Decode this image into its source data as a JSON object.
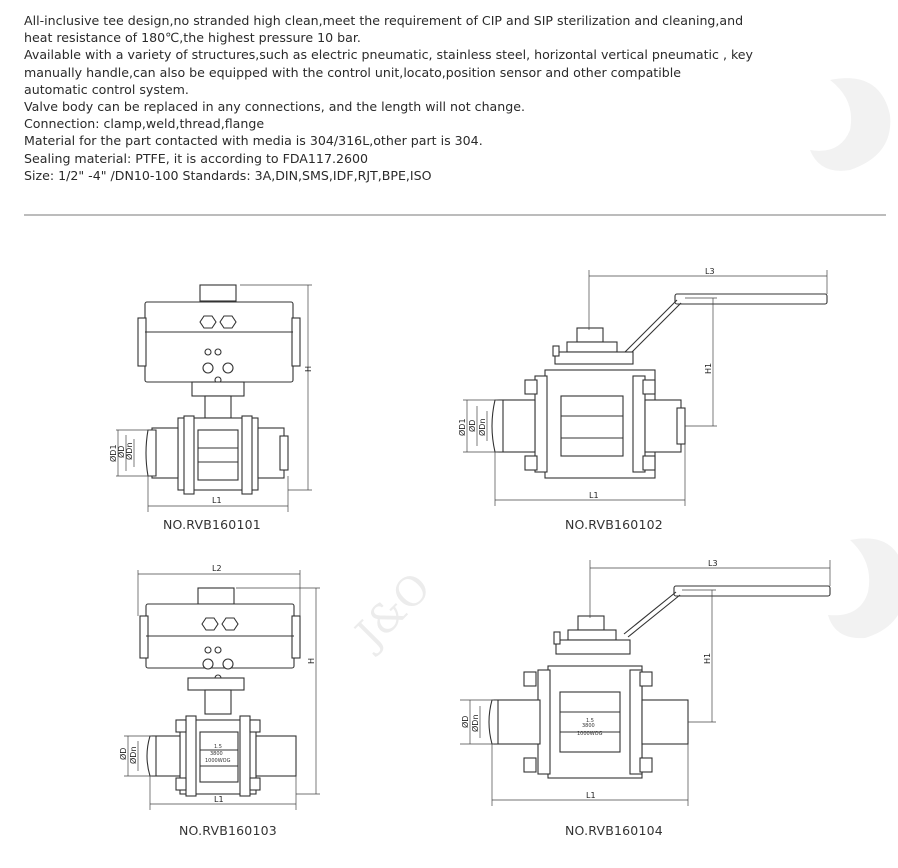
{
  "description": {
    "lines": [
      "All-inclusive tee design,no stranded high clean,meet the requirement of CIP and SIP sterilization and cleaning,and",
      "heat resistance of 180℃,the highest pressure 10 bar.",
      "Available with a variety of structures,such as electric pneumatic, stainless steel, horizontal vertical pneumatic , key",
      "manually handle,can also be equipped with the control unit,locato,position sensor and other compatible",
      "automatic control system.",
      "Valve body can be replaced in any connections, and the length will not change.",
      "Connection:  clamp,weld,thread,flange",
      "Material for the part contacted with media is 304/316L,other part is 304.",
      "Sealing material:  PTFE,  it is according to FDA117.2600",
      "Size: 1/2\"  -4\"   /DN10-100   Standards:  3A,DIN,SMS,IDF,RJT,BPE,ISO"
    ]
  },
  "watermark": {
    "text": "J&O"
  },
  "drawings": [
    {
      "caption": "NO.RVB160101",
      "dims": {
        "h": "H",
        "l1": "L1",
        "d1": "ØD1",
        "d": "ØD",
        "dn": "ØDn"
      }
    },
    {
      "caption": "NO.RVB160102",
      "dims": {
        "l3": "L3",
        "h1": "H1",
        "l1": "L1",
        "d1": "ØD1",
        "d": "ØD",
        "dn": "ØDn"
      }
    },
    {
      "caption": "NO.RVB160103",
      "dims": {
        "l2": "L2",
        "h": "H",
        "l1": "L1",
        "d": "ØD",
        "dn": "ØDn"
      },
      "body_marks": [
        "1.5",
        "3800",
        "1000WOG"
      ]
    },
    {
      "caption": "NO.RVB160104",
      "dims": {
        "l3": "L3",
        "h1": "H1",
        "l1": "L1",
        "d": "ØD",
        "dn": "ØDn"
      },
      "body_marks": [
        "1.5",
        "3800",
        "1000WOG"
      ]
    }
  ]
}
